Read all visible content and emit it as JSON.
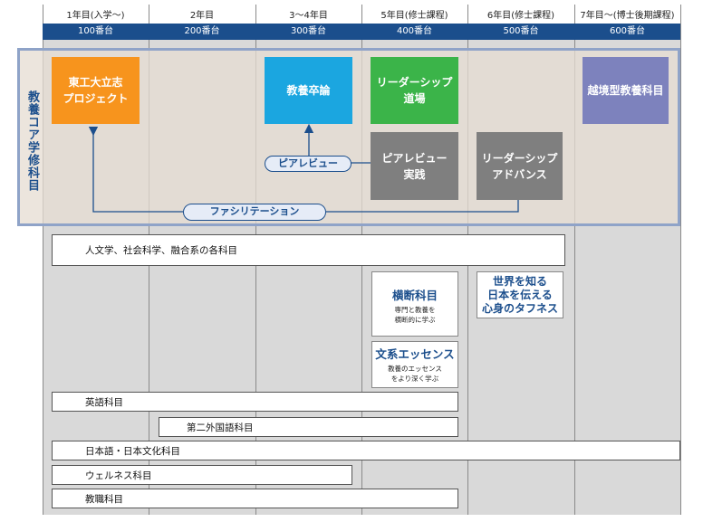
{
  "years": [
    "1年目(入学〜)",
    "2年目",
    "3〜4年目",
    "5年目(修士課程)",
    "6年目(修士課程)",
    "7年目〜(博士後期課程)"
  ],
  "numbers": [
    "100番台",
    "200番台",
    "300番台",
    "400番台",
    "500番台",
    "600番台"
  ],
  "core": {
    "title": "教養コア学修科目",
    "project": "東工大立志\nプロジェクト",
    "thesis": "教養卒論",
    "dojo": "リーダーシップ\n道場",
    "beyond": "越境型教養科目",
    "peer_practice": "ピアレビュー\n実践",
    "advance": "リーダーシップ\nアドバンス",
    "peer_review_label": "ピアレビュー",
    "facilitation_label": "ファシリテーション"
  },
  "bars": {
    "humanities": "人文学、社会科学、融合系の各科目",
    "english": "英語科目",
    "second_language": "第二外国語科目",
    "japanese": "日本語・日本文化科目",
    "wellness": "ウェルネス科目",
    "teaching": "教職科目"
  },
  "cards": {
    "cross_title": "横断科目",
    "cross_sub": "専門と教養を\n横断的に学ぶ",
    "essence_title": "文系エッセンス",
    "essence_sub": "教養のエッセンス\nをより深く学ぶ",
    "world_title": "世界を知る\n日本を伝える\n心身のタフネス"
  },
  "colors": {
    "header_blue": "#1b4e8c",
    "orange": "#f7941d",
    "cyan": "#1ba6e0",
    "green": "#3bb449",
    "purple": "#7d82bd",
    "gray": "#7f7f7f"
  }
}
